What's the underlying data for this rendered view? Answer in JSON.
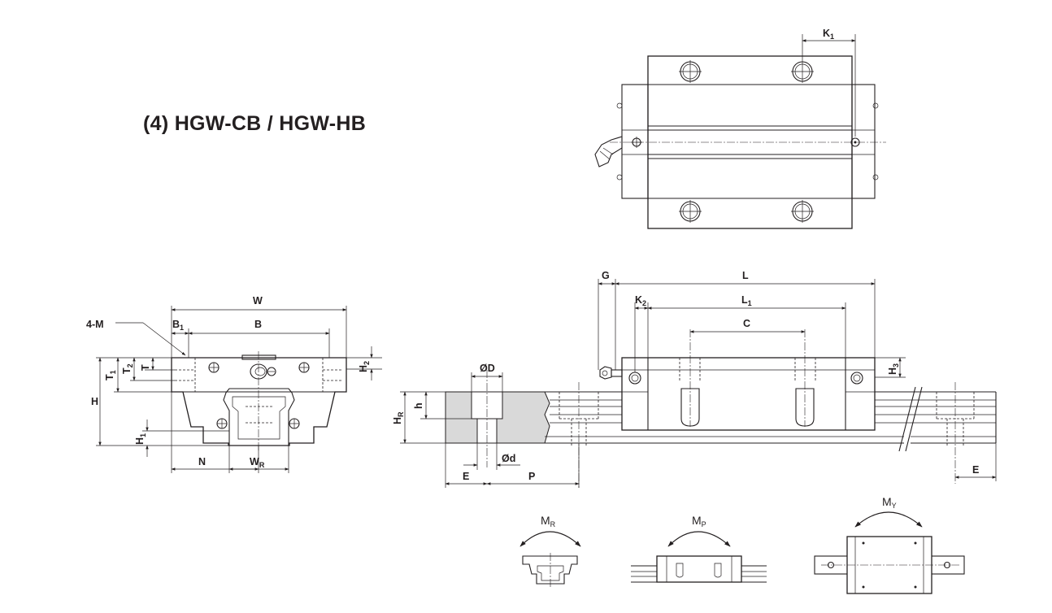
{
  "title": "(4)  HGW-CB / HGW-HB",
  "front_view_labels": {
    "W": "W",
    "B": "B",
    "B1": "B",
    "B1_sub": "1",
    "M": "4-M",
    "H": "H",
    "H1": "H",
    "H1_sub": "1",
    "H2": "H",
    "H2_sub": "2",
    "T": "T",
    "T1": "T",
    "T1_sub": "1",
    "T2": "T",
    "T2_sub": "2",
    "N": "N",
    "WR": "W",
    "WR_sub": "R"
  },
  "side_view_labels": {
    "L": "L",
    "L1": "L",
    "L1_sub": "1",
    "C": "C",
    "G": "G",
    "K2": "K",
    "K2_sub": "2",
    "H3": "H",
    "H3_sub": "3",
    "D": "ØD",
    "d": "Ød",
    "h": "h",
    "HR": "H",
    "HR_sub": "R",
    "E": "E",
    "E_right": "E",
    "P": "P"
  },
  "top_view_labels": {
    "K1": "K",
    "K1_sub": "1"
  },
  "moment_labels": {
    "MR": "M",
    "MR_sub": "R",
    "MP": "M",
    "MP_sub": "P",
    "MY": "M",
    "MY_sub": "Y"
  }
}
